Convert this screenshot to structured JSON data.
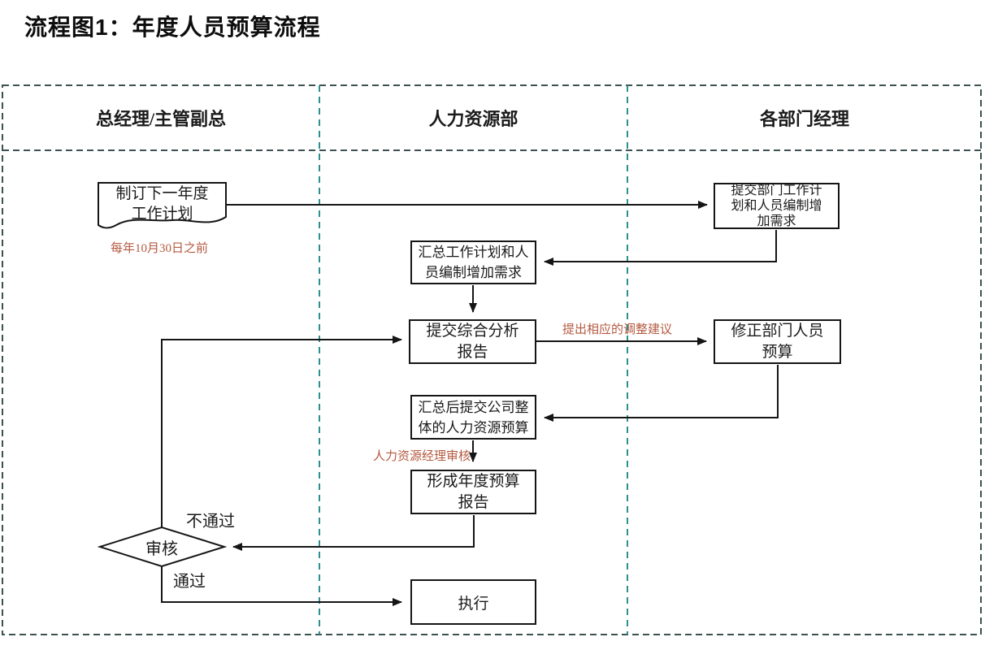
{
  "title": "流程图1：年度人员预算流程",
  "lanes": [
    "总经理/主管副总",
    "人力资源部",
    "各部门经理"
  ],
  "nodes": {
    "plan_doc": "制订下一年度\n工作计划",
    "submit_dept": "提交部门工作计\n划和人员编制增\n加需求",
    "summarize": "汇总工作计划和人\n员编制增加需求",
    "analysis": "提交综合分析\n报告",
    "revise": "修正部门人员\n预算",
    "overall_budget": "汇总后提交公司整\n体的人力资源预算",
    "annual_report": "形成年度预算\n报告",
    "review": "审核",
    "execute": "执行"
  },
  "annotations": {
    "deadline": "每年10月30日之前",
    "adjust_suggestion": "提出相应的调整建议",
    "hr_manager_review": "人力资源经理审核"
  },
  "branch_labels": {
    "not_pass": "不通过",
    "pass": "通过"
  },
  "colors": {
    "frame_border": "#3e5151",
    "lane_divider": "#2e8f8f",
    "shape_border": "#151515",
    "annotation_text": "#b45a40",
    "text": "#1a1a1a"
  }
}
